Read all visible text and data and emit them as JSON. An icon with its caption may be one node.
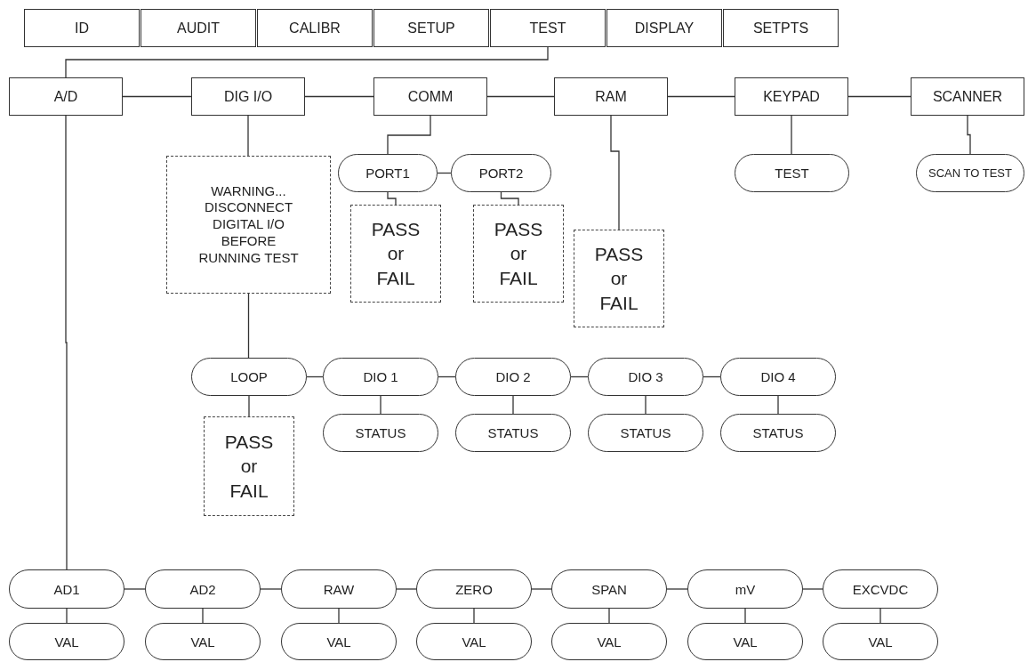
{
  "diagram": {
    "nodes": [
      {
        "text": [
          "ID"
        ]
      },
      {
        "text": [
          "AUDIT"
        ]
      },
      {
        "text": [
          "CALIBR"
        ]
      },
      {
        "text": [
          "SETUP"
        ]
      },
      {
        "text": [
          "TEST"
        ]
      },
      {
        "text": [
          "DISPLAY"
        ]
      },
      {
        "text": [
          "SETPTS"
        ]
      },
      {
        "text": [
          "A/D"
        ]
      },
      {
        "text": [
          "DIG I/O"
        ]
      },
      {
        "text": [
          "COMM"
        ]
      },
      {
        "text": [
          "RAM"
        ]
      },
      {
        "text": [
          "KEYPAD"
        ]
      },
      {
        "text": [
          "SCANNER"
        ]
      },
      {
        "text": [
          "WARNING... DISCONNECT DIGITAL I/O BEFORE RUNNING TEST"
        ]
      },
      {
        "text": [
          "PORT1"
        ]
      },
      {
        "text": [
          "PORT2"
        ]
      },
      {
        "text": [
          "TEST"
        ]
      },
      {
        "text": [
          "SCAN TO TEST"
        ]
      },
      {
        "text": [
          "PASS or FAIL"
        ]
      },
      {
        "text": [
          "PASS or FAIL"
        ]
      },
      {
        "text": [
          "PASS or FAIL"
        ]
      },
      {
        "text": [
          "LOOP"
        ]
      },
      {
        "text": [
          "DIO 1"
        ]
      },
      {
        "text": [
          "DIO 2"
        ]
      },
      {
        "text": [
          "DIO 3"
        ]
      },
      {
        "text": [
          "DIO 4"
        ]
      },
      {
        "text": [
          "PASS or FAIL"
        ]
      },
      {
        "text": [
          "STATUS"
        ]
      },
      {
        "text": [
          "STATUS"
        ]
      },
      {
        "text": [
          "STATUS"
        ]
      },
      {
        "text": [
          "STATUS"
        ]
      },
      {
        "text": [
          "AD1"
        ]
      },
      {
        "text": [
          "AD2"
        ]
      },
      {
        "text": [
          "RAW"
        ]
      },
      {
        "text": [
          "ZERO"
        ]
      },
      {
        "text": [
          "SPAN"
        ]
      },
      {
        "text": [
          "mV"
        ]
      },
      {
        "text": [
          "EXCVDC"
        ]
      },
      {
        "text": [
          "VAL"
        ]
      },
      {
        "text": [
          "VAL"
        ]
      },
      {
        "text": [
          "VAL"
        ]
      },
      {
        "text": [
          "VAL"
        ]
      },
      {
        "text": [
          "VAL"
        ]
      },
      {
        "text": [
          "VAL"
        ]
      },
      {
        "text": [
          "VAL"
        ]
      }
    ],
    "edges": [
      {
        "from": 4,
        "to": 7,
        "arrow": "none"
      },
      {
        "from": 7,
        "to": 8,
        "arrow": "none"
      },
      {
        "from": 8,
        "to": 9,
        "arrow": "none"
      },
      {
        "from": 9,
        "to": 10,
        "arrow": "none"
      },
      {
        "from": 10,
        "to": 11,
        "arrow": "none"
      },
      {
        "from": 11,
        "to": 12,
        "arrow": "none"
      },
      {
        "from": 8,
        "to": 13,
        "arrow": "none"
      },
      {
        "from": 9,
        "to": 14,
        "arrow": "none"
      },
      {
        "from": 14,
        "to": 15,
        "arrow": "none"
      },
      {
        "from": 14,
        "to": 18,
        "arrow": "none"
      },
      {
        "from": 15,
        "to": 19,
        "arrow": "none"
      },
      {
        "from": 10,
        "to": 20,
        "arrow": "none"
      },
      {
        "from": 11,
        "to": 16,
        "arrow": "none"
      },
      {
        "from": 12,
        "to": 17,
        "arrow": "none"
      },
      {
        "from": 13,
        "to": 21,
        "arrow": "none"
      },
      {
        "from": 21,
        "to": 22,
        "arrow": "none"
      },
      {
        "from": 22,
        "to": 23,
        "arrow": "none"
      },
      {
        "from": 23,
        "to": 24,
        "arrow": "none"
      },
      {
        "from": 24,
        "to": 25,
        "arrow": "none"
      },
      {
        "from": 21,
        "to": 26,
        "arrow": "none"
      },
      {
        "from": 22,
        "to": 27,
        "arrow": "none"
      },
      {
        "from": 23,
        "to": 28,
        "arrow": "none"
      },
      {
        "from": 24,
        "to": 29,
        "arrow": "none"
      },
      {
        "from": 25,
        "to": 30,
        "arrow": "none"
      },
      {
        "from": 7,
        "to": 31,
        "arrow": "none"
      },
      {
        "from": 31,
        "to": 32,
        "arrow": "none"
      },
      {
        "from": 32,
        "to": 33,
        "arrow": "none"
      },
      {
        "from": 33,
        "to": 34,
        "arrow": "none"
      },
      {
        "from": 34,
        "to": 35,
        "arrow": "none"
      },
      {
        "from": 35,
        "to": 36,
        "arrow": "none"
      },
      {
        "from": 36,
        "to": 37,
        "arrow": "none"
      },
      {
        "from": 31,
        "to": 38,
        "arrow": "none"
      },
      {
        "from": 32,
        "to": 39,
        "arrow": "none"
      },
      {
        "from": 33,
        "to": 40,
        "arrow": "none"
      },
      {
        "from": 34,
        "to": 41,
        "arrow": "none"
      },
      {
        "from": 35,
        "to": 42,
        "arrow": "none"
      },
      {
        "from": 36,
        "to": 43,
        "arrow": "none"
      },
      {
        "from": 37,
        "to": 44,
        "arrow": "none"
      }
    ]
  }
}
